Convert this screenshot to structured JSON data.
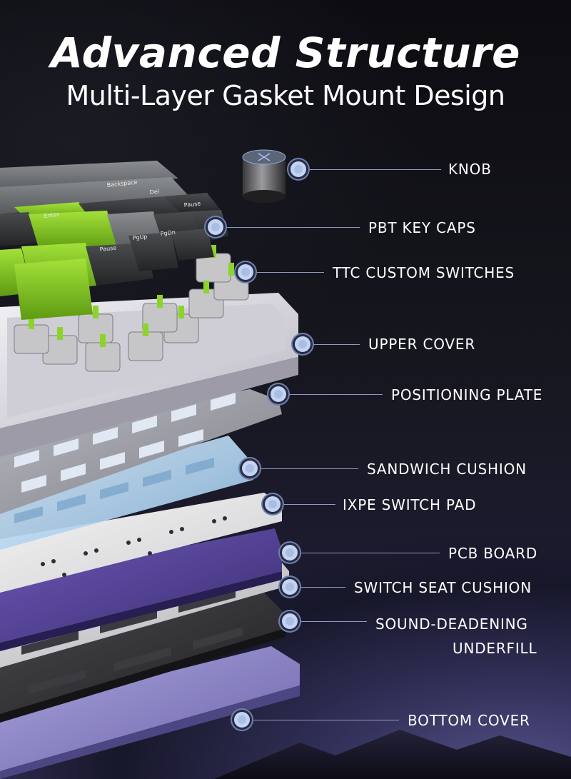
{
  "header": {
    "title": "Advanced Structure",
    "subtitle": "Multi-Layer Gasket Mount Design"
  },
  "callouts": [
    {
      "id": "knob",
      "label": "KNOB"
    },
    {
      "id": "keycaps",
      "label": "PBT KEY CAPS"
    },
    {
      "id": "switches",
      "label": "TTC CUSTOM SWITCHES"
    },
    {
      "id": "upper-cover",
      "label": "UPPER COVER"
    },
    {
      "id": "positioning-plate",
      "label": "POSITIONING PLATE"
    },
    {
      "id": "sandwich-cushion",
      "label": "SANDWICH CUSHION"
    },
    {
      "id": "ixpe-pad",
      "label": "IXPE SWITCH PAD"
    },
    {
      "id": "pcb",
      "label": "PCB BOARD"
    },
    {
      "id": "seat-cushion",
      "label": "SWITCH SEAT CUSHION"
    },
    {
      "id": "underfill",
      "label": "SOUND-DEADENING",
      "label2": "UNDERFILL"
    },
    {
      "id": "bottom-cover",
      "label": "BOTTOM COVER"
    }
  ],
  "keycap_legends": [
    "Enter",
    "Pause",
    "PgDn",
    "PgUp",
    "Backspace",
    "Del",
    "Pause"
  ],
  "colors": {
    "accent_green": "#7cc41c",
    "keycap_dark": "#2d2f31",
    "keycap_gray": "#6b6e71",
    "cover_white": "#dad8df",
    "plate_gray": "#9a9aa2",
    "cushion_blue": "#a8cdea",
    "pcb_purple": "#4c3d8a",
    "bottom_purple": "#8a82c4",
    "callout_dot": "#c4d3f0"
  }
}
